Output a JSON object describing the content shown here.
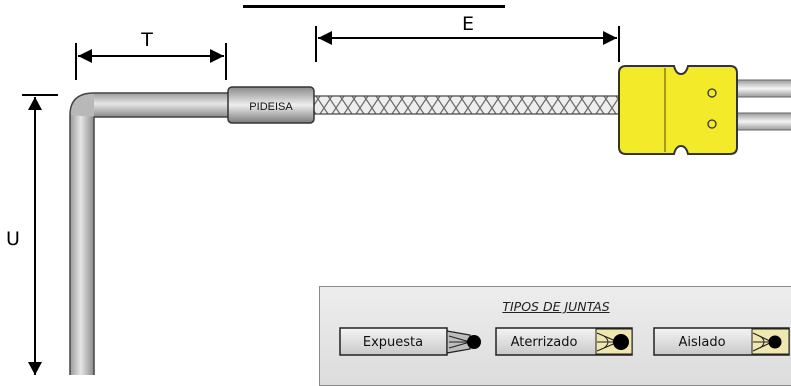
{
  "dimensions": {
    "t_label": "T",
    "e_label": "E",
    "u_label": "U"
  },
  "probe": {
    "brand_label": "PIDEISA"
  },
  "junction_types": {
    "title": "TIPOS DE JUNTAS",
    "items": [
      {
        "label": "Expuesta"
      },
      {
        "label": "Aterrizado"
      },
      {
        "label": "Aislado"
      }
    ]
  },
  "colors": {
    "connector": "#f3ea2a",
    "sheath": "#c8c8c8",
    "braid": "#9a9a9a"
  }
}
